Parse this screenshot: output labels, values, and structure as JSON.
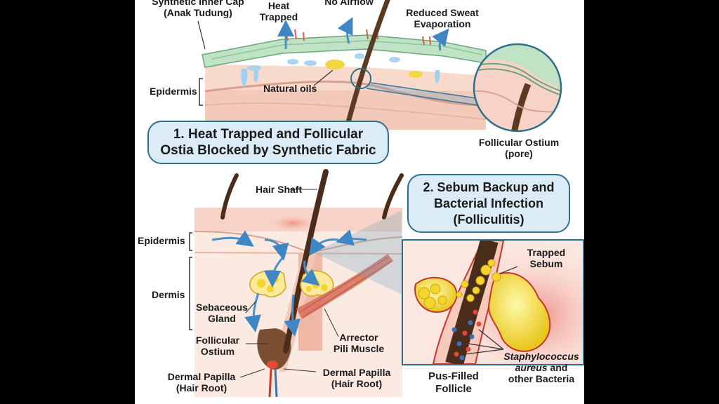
{
  "panel1": {
    "labels": {
      "inner_cap_line1": "Synthetic Inner Cap",
      "inner_cap_line2": "(Anak Tudung)",
      "heat_trapped_line1": "Heat",
      "heat_trapped_line2": "Trapped",
      "no_airflow": "No Airflow",
      "reduced_sweat_line1": "Reduced Sweat",
      "reduced_sweat_line2": "Evaporation",
      "epidermis": "Epidermis",
      "natural_oils": "Natural oils",
      "follicular_ostium_line1": "Follicular Ostium",
      "follicular_ostium_line2": "(pore)"
    },
    "title_line1": "1. Heat Trapped and Follicular",
    "title_line2": "Ostia Blocked by Synthetic Fabric"
  },
  "panel2": {
    "labels": {
      "hair_shaft": "Hair Shaft",
      "epidermis": "Epidermis",
      "dermis": "Dermis",
      "sebaceous_line1": "Sebaceous",
      "sebaceous_line2": "Gland",
      "follicular_line1": "Follicular",
      "follicular_line2": "Ostium",
      "papilla_left_line1": "Dermal Papilla",
      "papilla_left_line2": "(Hair Root)",
      "papilla_right_line1": "Dermal Papilla",
      "papilla_right_line2": "(Hair Root)",
      "arrector_line1": "Arrector",
      "arrector_line2": "Pili Muscle"
    }
  },
  "panel3": {
    "title_line1": "2. Sebum Backup and",
    "title_line2": "Bacterial Infection",
    "title_line3": "(Folliculitis)",
    "labels": {
      "trapped_sebum_line1": "Trapped",
      "trapped_sebum_line2": "Sebum",
      "pus_line1": "Pus-Filled",
      "pus_line2": "Follicle",
      "bacteria_line1": "Staphylococcus",
      "bacteria_line2a": "aureus",
      "bacteria_line2b": " and",
      "bacteria_line3": "other Bacteria"
    }
  },
  "colors": {
    "fabric": "#bfe3c4",
    "skin": "#f6d3c6",
    "dermis": "#f3c7b8",
    "hair": "#5b3a24",
    "sebum": "#f2e03a",
    "arrow_blue": "#4a90c8",
    "box_bg": "#dcecf6",
    "box_border": "#2e6f8a",
    "inflamed": "#e2473a"
  }
}
